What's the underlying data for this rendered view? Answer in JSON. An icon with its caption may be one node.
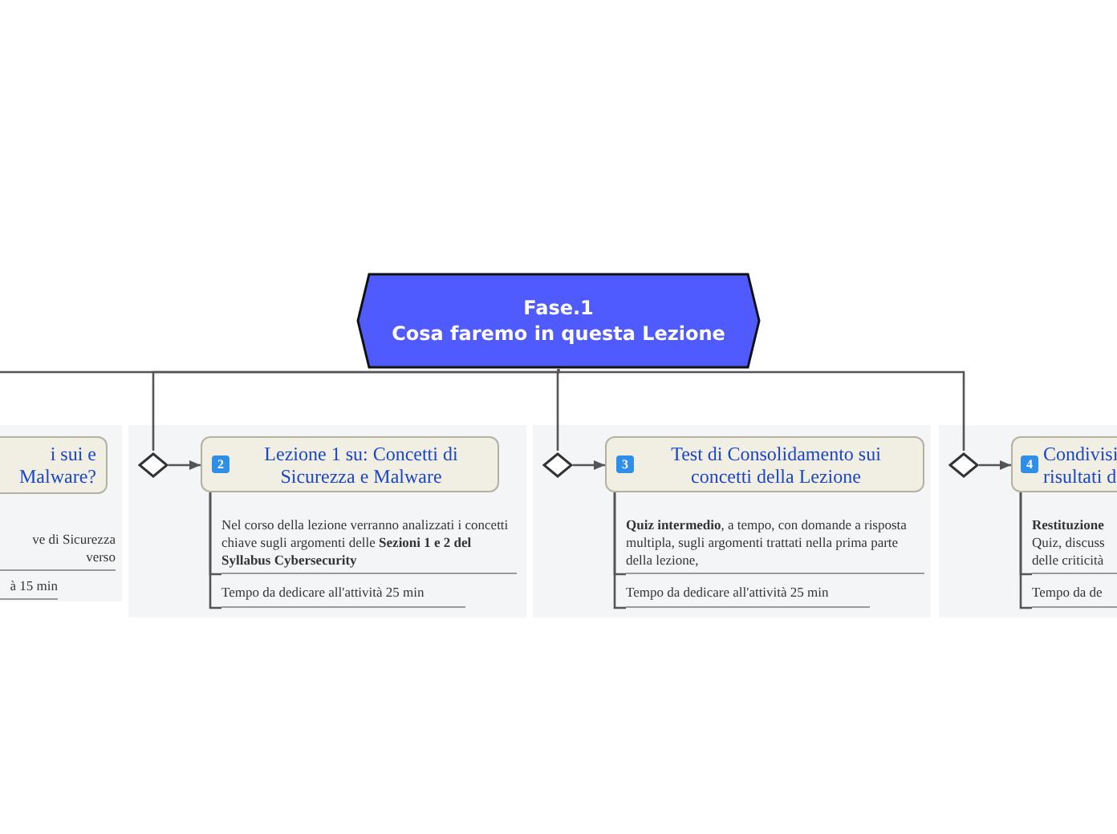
{
  "diagram": {
    "nodes": [
      {
        "text": [
          "Fase.1",
          "Cosa faremo in questa Lezione"
        ]
      },
      {
        "text": [
          "i sui e Malware?"
        ]
      },
      {
        "text": [
          "ve di Sicurezza verso"
        ]
      },
      {
        "text": [
          "à 15 min"
        ]
      },
      {
        "text": [],
        "shape": "diamond"
      },
      {
        "text": [
          "2",
          "Lezione 1 su: Concetti di Sicurezza e Malware"
        ]
      },
      {
        "text": [
          "Nel corso della lezione verranno analizzati i concetti chiave sugli argomenti delle **Sezioni 1 e 2 del Syllabus Cybersecurity**"
        ]
      },
      {
        "text": [
          "Tempo da dedicare all'attività 25 min"
        ]
      },
      {
        "text": [],
        "shape": "diamond"
      },
      {
        "text": [
          "3",
          "Test di Consolidamento sui concetti della Lezione"
        ]
      },
      {
        "text": [
          "**Quiz intermedio**, a tempo, con domande a risposta multipla, sugli argomenti trattati nella prima parte della lezione,"
        ]
      },
      {
        "text": [
          "Tempo da dedicare all'attività 25 min"
        ]
      },
      {
        "text": [],
        "shape": "diamond"
      },
      {
        "text": [
          "4",
          "Condivisi risultati d"
        ]
      },
      {
        "text": [
          "**Restituzione** Quiz, discuss delle criticità"
        ]
      },
      {
        "text": [
          "Tempo da de"
        ]
      }
    ],
    "edges": [
      {
        "from": 0,
        "to": null,
        "arrow": "none"
      },
      {
        "from": 0,
        "to": 4,
        "arrow": "none"
      },
      {
        "from": 0,
        "to": 8,
        "arrow": "none"
      },
      {
        "from": 0,
        "to": 12,
        "arrow": "none"
      },
      {
        "from": 4,
        "to": 5,
        "arrow": "to"
      },
      {
        "from": 5,
        "to": 6,
        "arrow": "none"
      },
      {
        "from": 5,
        "to": 7,
        "arrow": "none"
      },
      {
        "from": 8,
        "to": 9,
        "arrow": "to"
      },
      {
        "from": 9,
        "to": 10,
        "arrow": "none"
      },
      {
        "from": 9,
        "to": 11,
        "arrow": "none"
      },
      {
        "from": 12,
        "to": 13,
        "arrow": "to"
      },
      {
        "from": 13,
        "to": 14,
        "arrow": "none"
      },
      {
        "from": 13,
        "to": 15,
        "arrow": "none"
      }
    ]
  }
}
